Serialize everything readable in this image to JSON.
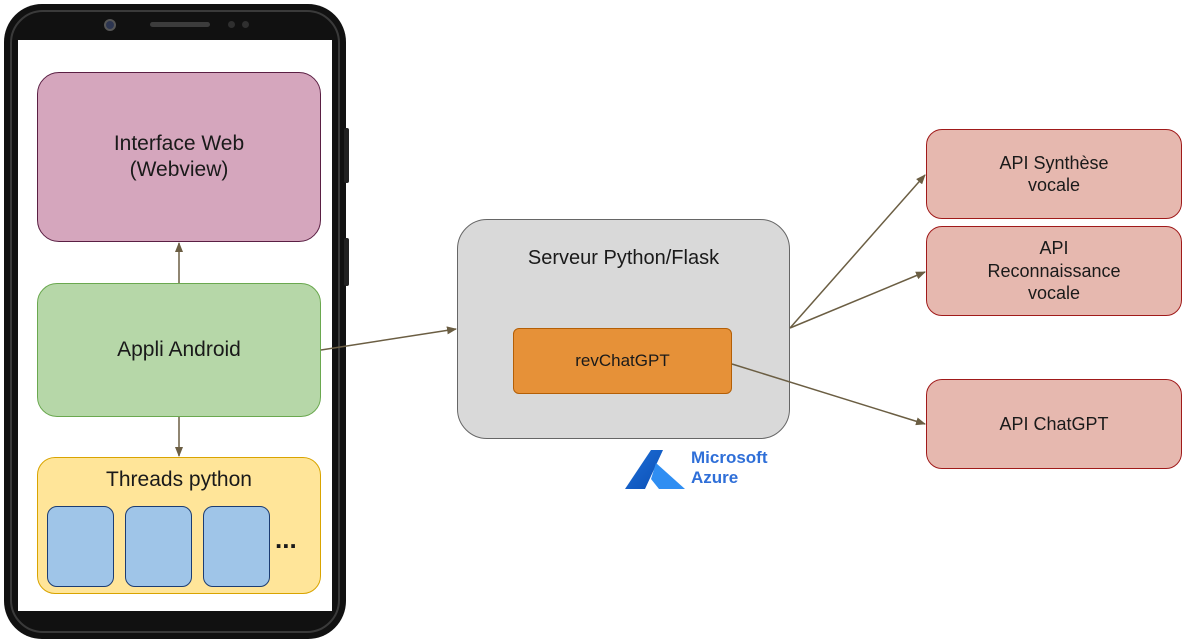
{
  "phone": {
    "web": "Interface Web\n(Webview)",
    "android": "Appli Android",
    "threads": "Threads python",
    "threads_more": "..."
  },
  "server": {
    "title": "Serveur Python/Flask",
    "module": "revChatGPT"
  },
  "apis": {
    "tts": "API Synthèse\nvocale",
    "asr": "API\nReconnaissance\nvocale",
    "chatgpt": "API ChatGPT"
  },
  "cloud": {
    "line1": "Microsoft",
    "line2": "Azure"
  },
  "colors": {
    "web": "#d5a6bd",
    "android": "#b6d7a8",
    "threads": "#ffe599",
    "thread_item": "#9fc5e8",
    "server": "#d9d9d9",
    "module": "#e69138",
    "api": "#e6b8af",
    "azure": "#2f6fd8",
    "arrow": "#6b5e43"
  }
}
